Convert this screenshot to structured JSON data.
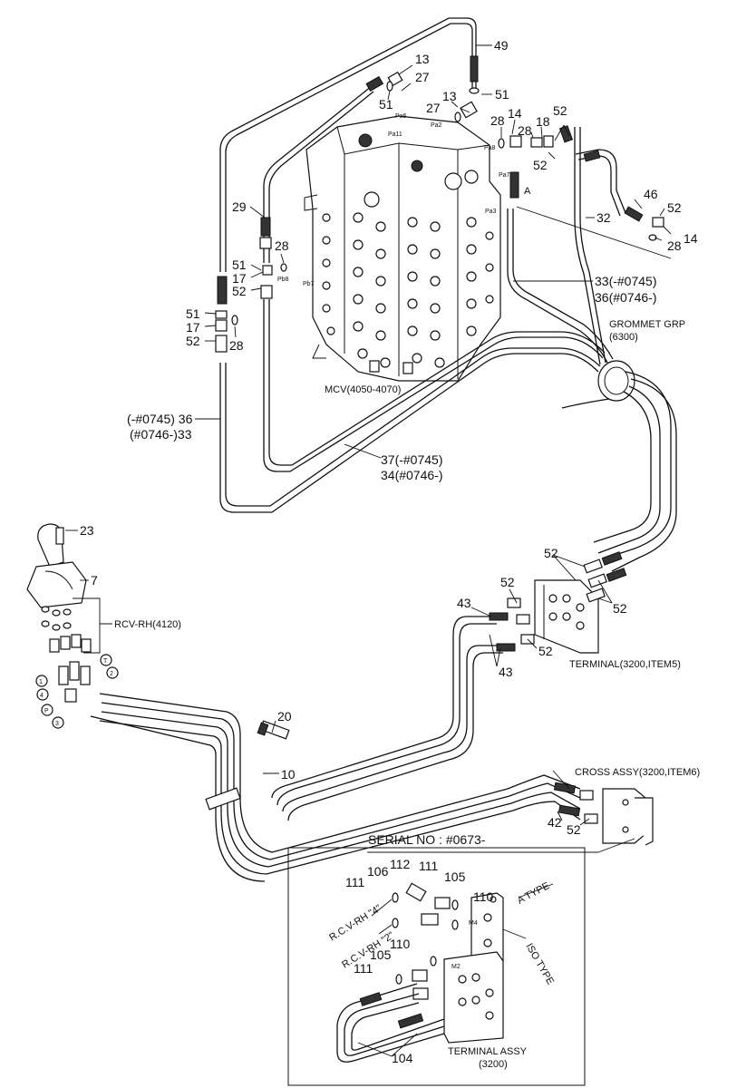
{
  "labels": {
    "p13a": "13",
    "p27a": "27",
    "p49": "49",
    "p51a": "51",
    "p13b": "13",
    "p27b": "27",
    "p51b": "51",
    "p28a": "28",
    "p14a": "14",
    "p28b": "28",
    "p18": "18",
    "p52a": "52",
    "p52b": "52",
    "p29": "29",
    "p28c": "28",
    "p51c": "51",
    "p17a": "17",
    "p52c": "52",
    "p51d": "51",
    "p17b": "17",
    "p52d": "52",
    "p28d": "28",
    "pA": "A",
    "p46": "46",
    "p52e": "52",
    "p14b": "14",
    "p28e": "28",
    "p32": "32",
    "p33a": "33(-#0745)",
    "p36a": "36(#0746-)",
    "grommet": "GROMMET GRP",
    "grommet_code": "(6300)",
    "mcv": "MCV(4050-4070)",
    "p36b": "(-#0745) 36",
    "p33b": "(#0746-)33",
    "p37": "37(-#0745)",
    "p34": "34(#0746-)",
    "p23": "23",
    "p7": "7",
    "rcv": "RCV-RH(4120)",
    "c1": "1",
    "c2": "2",
    "c3": "3",
    "c4": "4",
    "cT": "T",
    "cP": "P",
    "p52f": "52",
    "p52g": "52",
    "p43a": "43",
    "p43b": "43",
    "p52h": "52",
    "p52i": "52",
    "terminal5": "TERMINAL(3200,ITEM5)",
    "p20": "20",
    "p10": "10",
    "cross": "CROSS ASSY(3200,ITEM6)",
    "p42": "42",
    "p52j": "52",
    "serial": "SERIAL NO : #0673-",
    "p112": "112",
    "p111a": "111",
    "p106": "106",
    "p111b": "111",
    "p105a": "105",
    "p110a": "110",
    "a_type": "A TYPE",
    "iso_type": "ISO TYPE",
    "rcv4": "R.C.V-RH \"4\"",
    "rcv2": "R.C.V-RH \"2\"",
    "p110b": "110",
    "p105b": "105",
    "p111c": "111",
    "p104": "104",
    "terminal_assy": "TERMINAL ASSY",
    "terminal_code": "(3200)",
    "pa11": "Pa11",
    "pa2": "Pa2",
    "pa8": "Pa8",
    "pa7": "Pa7",
    "pa3": "Pa3",
    "pb8": "Pb8",
    "pb7": "Pb7",
    "pa6": "Pa6",
    "m4": "M4",
    "m2": "M2"
  },
  "colors": {
    "line": "#111111",
    "fill": "#ffffff",
    "shade": "#333333"
  }
}
